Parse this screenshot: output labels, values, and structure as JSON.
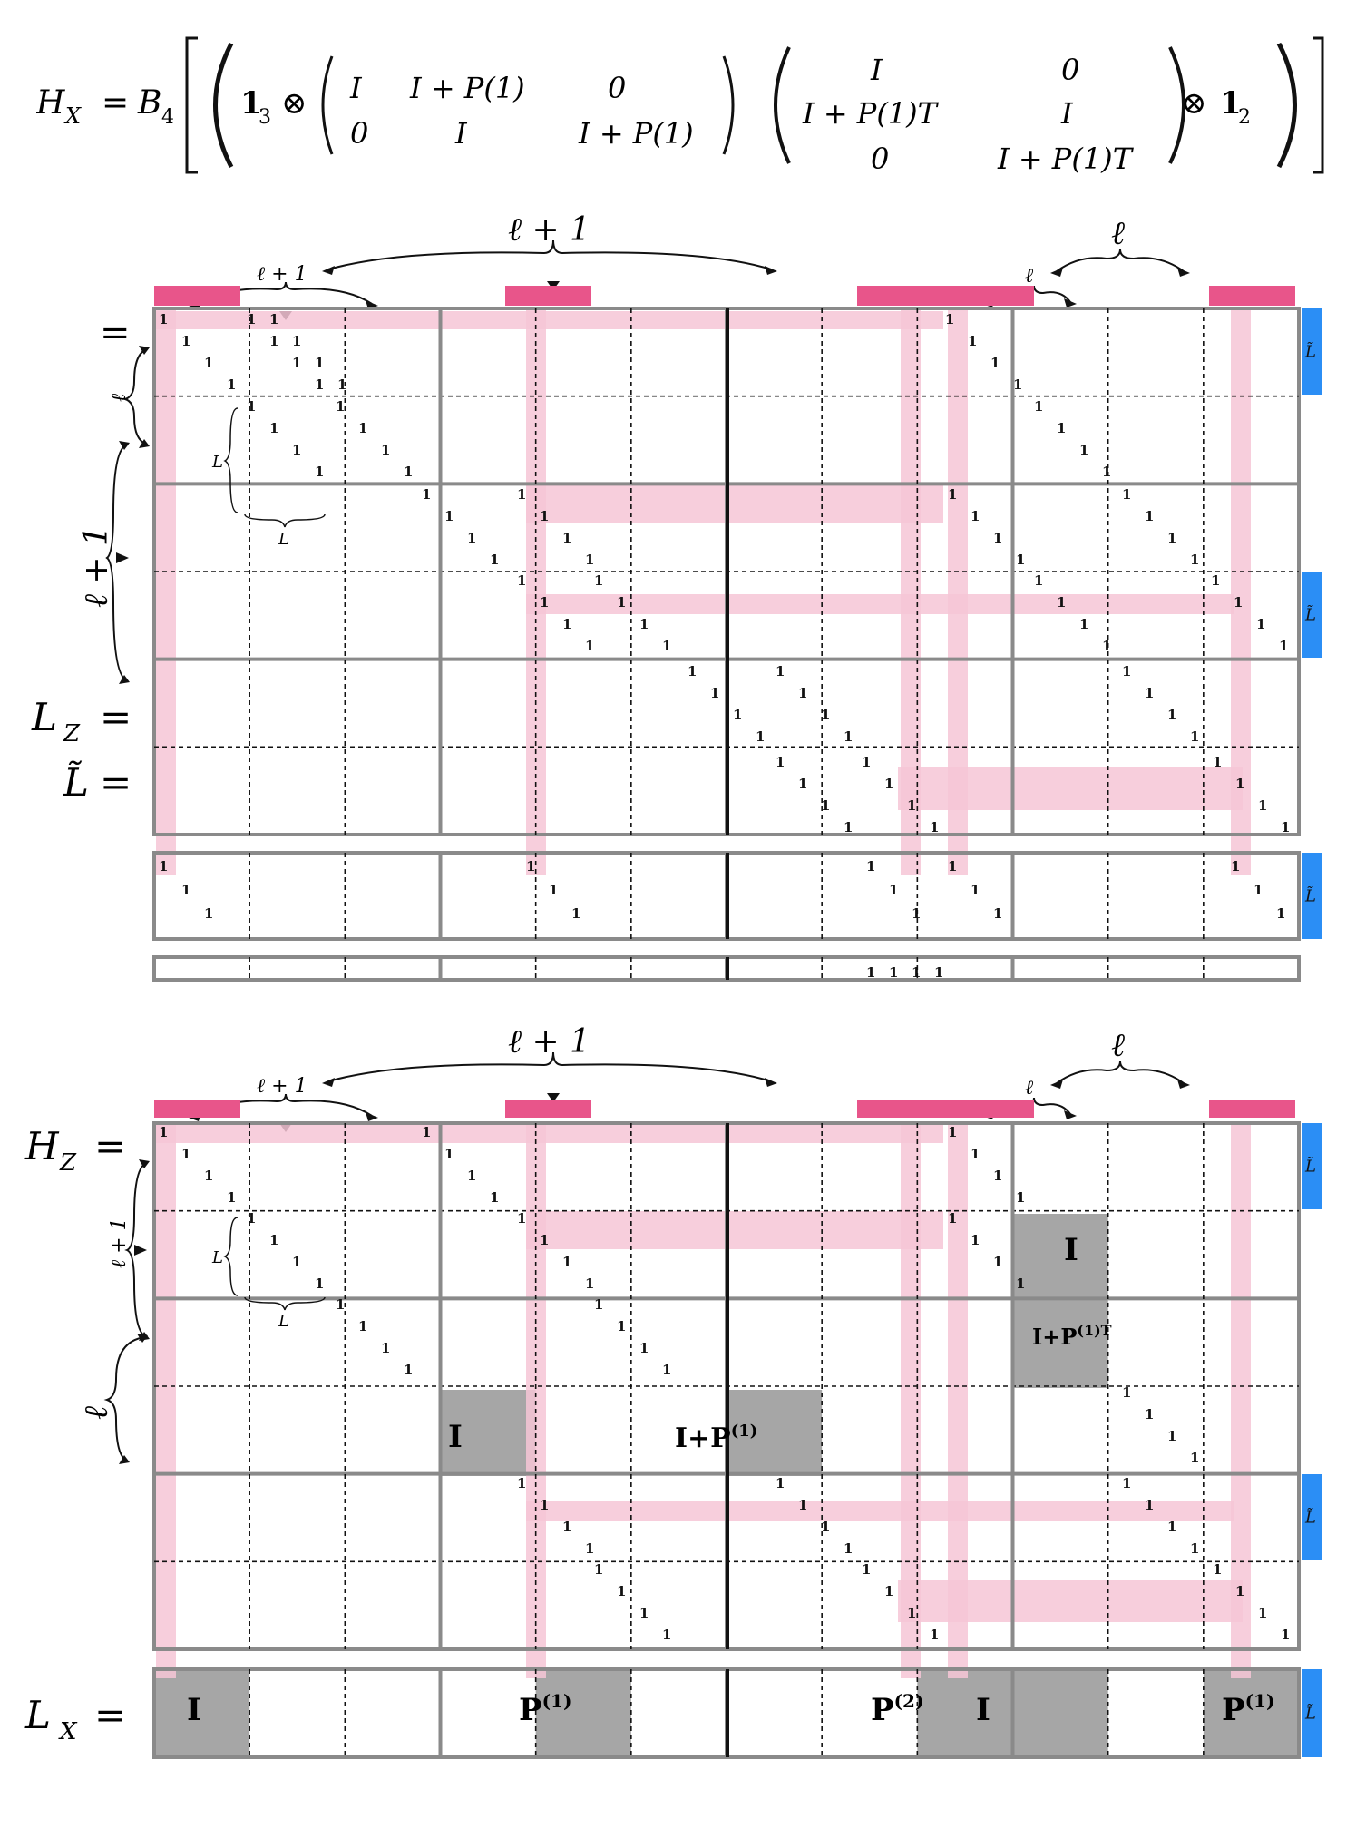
{
  "formula": {
    "lhs": "H",
    "lhs_sub": "X",
    "eq": "=",
    "op": "B",
    "op_sub": "4",
    "one3": "1",
    "one3_sub": "3",
    "otimes": "⊗",
    "m1": [
      [
        "I",
        "I + P(1)",
        "0"
      ],
      [
        "0",
        "I",
        "I + P(1)"
      ]
    ],
    "m2": [
      [
        "I",
        "0"
      ],
      [
        "I + P(1)T",
        "I"
      ],
      [
        "0",
        "I + P(1)T"
      ]
    ],
    "one2": "1",
    "one2_sub": "2"
  },
  "top": {
    "eq_label": "=",
    "brace_l_plus_1_big": "ℓ + 1",
    "brace_l_plus_1_small": "ℓ + 1",
    "brace_l_big": "ℓ",
    "brace_l_small": "ℓ",
    "left_l": "ℓ",
    "left_l_plus_1": "ℓ + 1",
    "L_label": "L",
    "L_bottom": "L",
    "ltilde": "L̃"
  },
  "lz": {
    "label": "L",
    "sub": "Z",
    "eq": "="
  },
  "lt": {
    "label": "L̃",
    "eq": "="
  },
  "bottom": {
    "hz_label": "H",
    "hz_sub": "Z",
    "eq": "=",
    "brace_l_plus_1_big": "ℓ + 1",
    "brace_l_plus_1_small": "ℓ + 1",
    "brace_l_big": "ℓ",
    "brace_l_small": "ℓ",
    "left_l_plus_1": "ℓ + 1",
    "left_l": "ℓ",
    "L_label": "L",
    "L_bottom": "L",
    "block_I": "I",
    "block_I_plus_P1": "I+P",
    "block_I_plus_P1T": "I+P",
    "block_sup_1": "(1)",
    "block_sup_1T": "(1)T"
  },
  "lx": {
    "label": "L",
    "sub": "X",
    "eq": "=",
    "blocks": [
      "I",
      "P",
      "P",
      "I",
      "P"
    ],
    "block_sups": [
      "",
      "(1)",
      "(2)",
      "",
      "(1)"
    ]
  },
  "one": "1",
  "colors": {
    "pink_strip": "#f6c6d6",
    "magenta": "#e8558a",
    "blue": "#2b8ef5",
    "gray_block": "#a6a6a6",
    "grid": "#8a8a8a"
  }
}
